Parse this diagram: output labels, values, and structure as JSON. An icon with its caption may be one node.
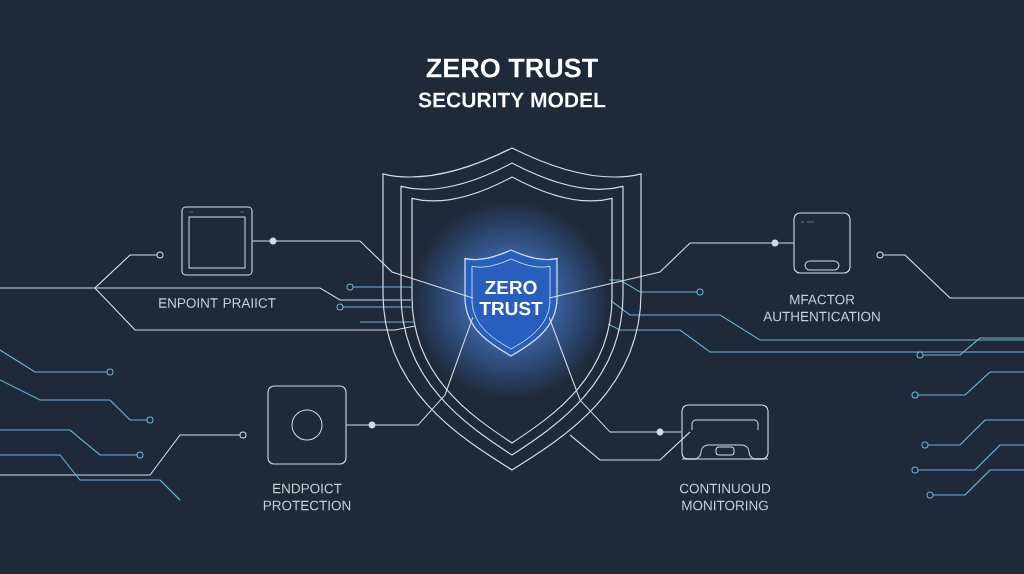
{
  "diagram": {
    "title": "ZERO TRUST",
    "nodes": [
      {
        "text": [
          "ZERO TRUST"
        ]
      },
      {
        "text": [
          "ENPOINT PRAIICT"
        ]
      },
      {
        "text": [
          "MFACTOR AUTHENTICATION"
        ]
      },
      {
        "text": [
          "ENDPOICT PROTECTION"
        ]
      },
      {
        "text": [
          "CONTINUOUD MONITORING"
        ]
      }
    ],
    "edges": [
      {
        "from": 1,
        "to": 0,
        "arrow": "none"
      },
      {
        "from": 2,
        "to": 0,
        "arrow": "none"
      },
      {
        "from": 3,
        "to": 0,
        "arrow": "none"
      },
      {
        "from": 4,
        "to": 0,
        "arrow": "none"
      }
    ],
    "labels": [
      "SECURITY MODEL"
    ]
  }
}
